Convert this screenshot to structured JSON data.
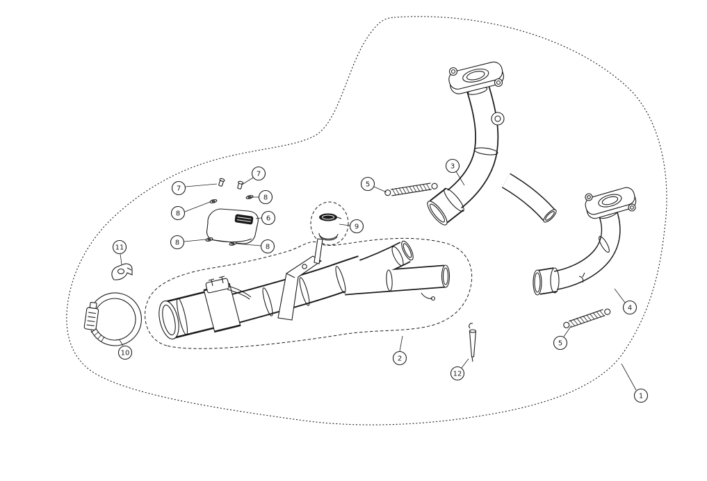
{
  "diagram": {
    "kind": "exploded-parts-diagram",
    "colors": {
      "background": "#ffffff",
      "line": "#1a1a1a"
    },
    "callouts": [
      {
        "id": "1",
        "label": "1"
      },
      {
        "id": "2",
        "label": "2"
      },
      {
        "id": "3",
        "label": "3"
      },
      {
        "id": "4",
        "label": "4"
      },
      {
        "id": "5a",
        "label": "5"
      },
      {
        "id": "5b",
        "label": "5"
      },
      {
        "id": "6",
        "label": "6"
      },
      {
        "id": "7a",
        "label": "7"
      },
      {
        "id": "7b",
        "label": "7"
      },
      {
        "id": "8a",
        "label": "8"
      },
      {
        "id": "8b",
        "label": "8"
      },
      {
        "id": "8c",
        "label": "8"
      },
      {
        "id": "8d",
        "label": "8"
      },
      {
        "id": "9",
        "label": "9"
      },
      {
        "id": "10",
        "label": "10"
      },
      {
        "id": "11",
        "label": "11"
      },
      {
        "id": "12",
        "label": "12"
      }
    ]
  }
}
